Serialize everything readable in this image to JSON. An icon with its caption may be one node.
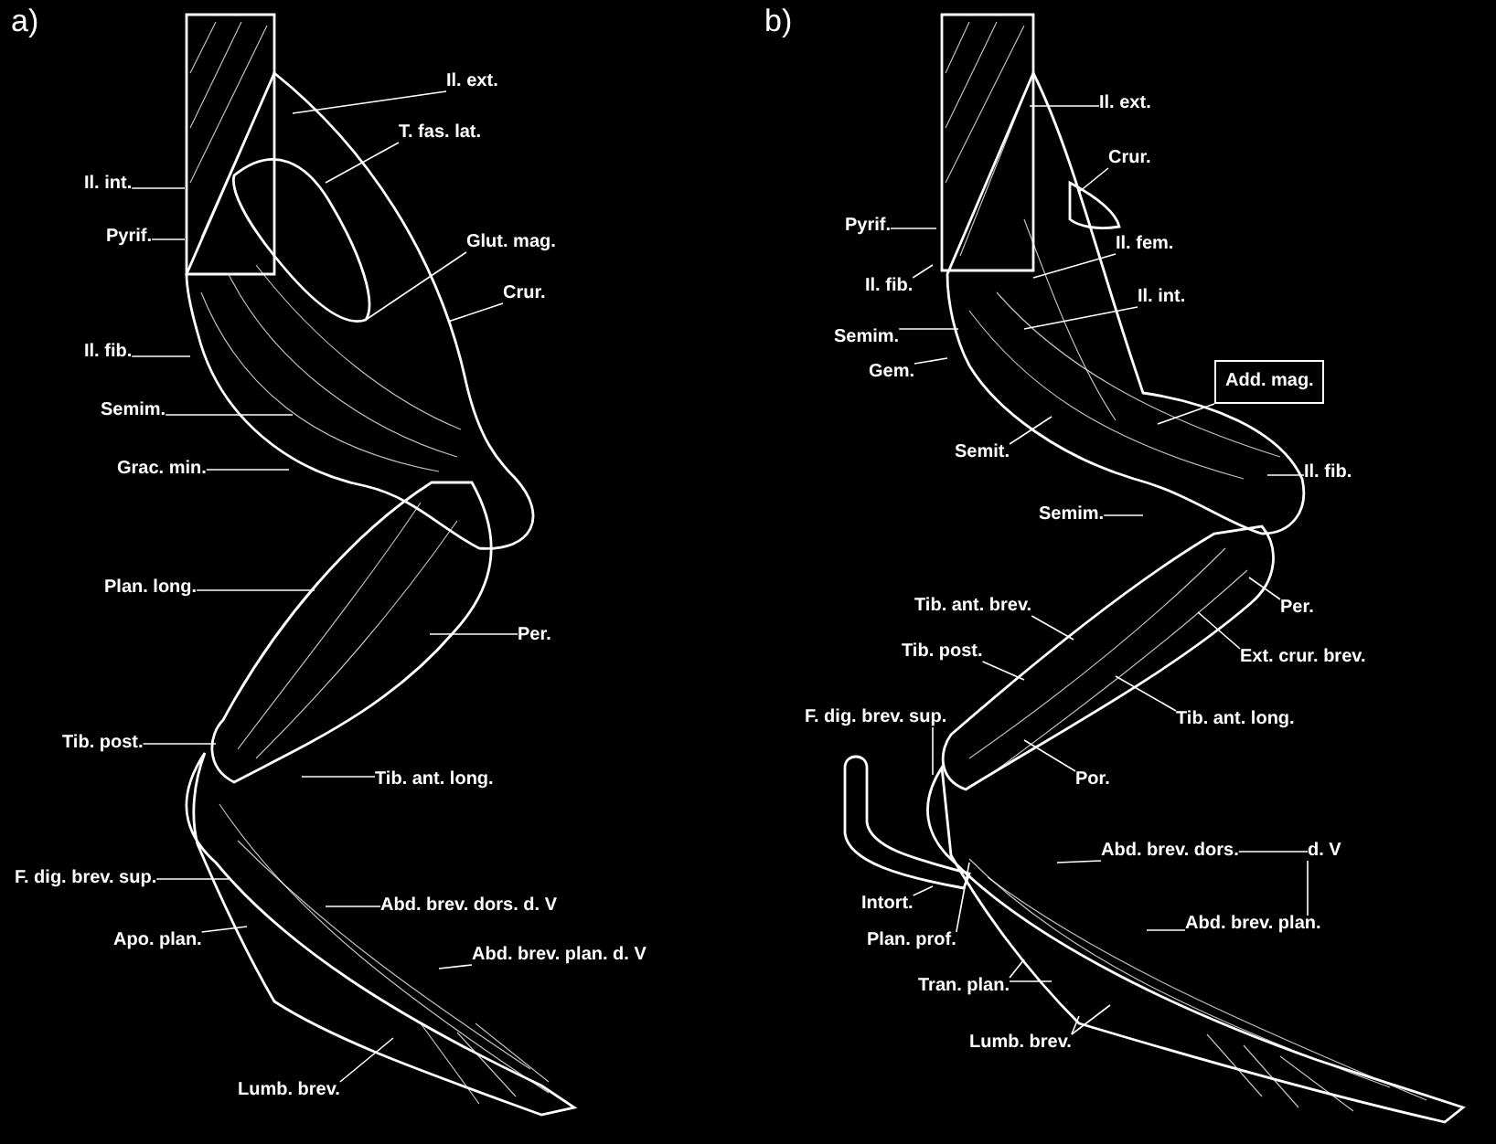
{
  "diagram": {
    "nodes": [
      {
        "text": [
          "Il. ext."
        ]
      },
      {
        "text": [
          "T. fas. lat."
        ]
      },
      {
        "text": [
          "Il. int."
        ]
      },
      {
        "text": [
          "Pyrif."
        ]
      },
      {
        "text": [
          "Glut. mag."
        ]
      },
      {
        "text": [
          "Crur."
        ]
      },
      {
        "text": [
          "Il. fib."
        ]
      },
      {
        "text": [
          "Semim."
        ]
      },
      {
        "text": [
          "Grac. min."
        ]
      },
      {
        "text": [
          "Plan. long."
        ]
      },
      {
        "text": [
          "Per."
        ]
      },
      {
        "text": [
          "Tib. post."
        ]
      },
      {
        "text": [
          "Tib. ant. long."
        ]
      },
      {
        "text": [
          "F. dig. brev. sup."
        ]
      },
      {
        "text": [
          "Abd. brev. dors. d. V"
        ]
      },
      {
        "text": [
          "Apo. plan."
        ]
      },
      {
        "text": [
          "Abd. brev. plan. d. V"
        ]
      },
      {
        "text": [
          "Lumb. brev."
        ]
      },
      {
        "text": [
          "Il. ext."
        ]
      },
      {
        "text": [
          "Crur."
        ]
      },
      {
        "text": [
          "Pyrif."
        ]
      },
      {
        "text": [
          "Il. fem."
        ]
      },
      {
        "text": [
          "Il. fib."
        ]
      },
      {
        "text": [
          "Il. int."
        ]
      },
      {
        "text": [
          "Semim."
        ]
      },
      {
        "text": [
          "Gem."
        ]
      },
      {
        "text": [
          "Add. mag."
        ]
      },
      {
        "text": [
          "Semit."
        ]
      },
      {
        "text": [
          "Il. fib."
        ]
      },
      {
        "text": [
          "Semim."
        ]
      },
      {
        "text": [
          "Tib. ant. brev."
        ]
      },
      {
        "text": [
          "Per."
        ]
      },
      {
        "text": [
          "Tib. post."
        ]
      },
      {
        "text": [
          "Ext. crur. brev."
        ]
      },
      {
        "text": [
          "F. dig. brev. sup."
        ]
      },
      {
        "text": [
          "Tib. ant. long."
        ]
      },
      {
        "text": [
          "Por."
        ]
      },
      {
        "text": [
          "Abd. brev. dors."
        ]
      },
      {
        "text": [
          "d. V"
        ]
      },
      {
        "text": [
          "Intort."
        ]
      },
      {
        "text": [
          "Abd. brev. plan."
        ]
      },
      {
        "text": [
          "Plan. prof."
        ]
      },
      {
        "text": [
          "Tran. plan."
        ]
      },
      {
        "text": [
          "Lumb. brev."
        ]
      }
    ],
    "edges": [
      {
        "from": 0,
        "to": null,
        "arrow": "none"
      },
      {
        "from": 1,
        "to": null,
        "arrow": "none"
      },
      {
        "from": 2,
        "to": null,
        "arrow": "none"
      },
      {
        "from": 3,
        "to": null,
        "arrow": "none"
      },
      {
        "from": 4,
        "to": null,
        "arrow": "none"
      },
      {
        "from": 5,
        "to": null,
        "arrow": "none"
      },
      {
        "from": 6,
        "to": null,
        "arrow": "none"
      },
      {
        "from": 7,
        "to": null,
        "arrow": "none"
      },
      {
        "from": 8,
        "to": null,
        "arrow": "none"
      },
      {
        "from": 9,
        "to": null,
        "arrow": "none"
      },
      {
        "from": 10,
        "to": null,
        "arrow": "none"
      },
      {
        "from": 11,
        "to": null,
        "arrow": "none"
      },
      {
        "from": 12,
        "to": null,
        "arrow": "none"
      },
      {
        "from": 13,
        "to": null,
        "arrow": "none"
      },
      {
        "from": 14,
        "to": null,
        "arrow": "none"
      },
      {
        "from": 15,
        "to": null,
        "arrow": "none"
      },
      {
        "from": 16,
        "to": null,
        "arrow": "none"
      },
      {
        "from": 17,
        "to": null,
        "arrow": "none"
      },
      {
        "from": 18,
        "to": null,
        "arrow": "none"
      },
      {
        "from": 19,
        "to": null,
        "arrow": "none"
      },
      {
        "from": 20,
        "to": null,
        "arrow": "none"
      },
      {
        "from": 21,
        "to": null,
        "arrow": "none"
      },
      {
        "from": 22,
        "to": null,
        "arrow": "none"
      },
      {
        "from": 23,
        "to": null,
        "arrow": "none"
      },
      {
        "from": 24,
        "to": null,
        "arrow": "none"
      },
      {
        "from": 25,
        "to": null,
        "arrow": "none"
      },
      {
        "from": 26,
        "to": null,
        "arrow": "none"
      },
      {
        "from": 27,
        "to": null,
        "arrow": "none"
      },
      {
        "from": 28,
        "to": null,
        "arrow": "none"
      },
      {
        "from": 29,
        "to": null,
        "arrow": "none"
      },
      {
        "from": 30,
        "to": null,
        "arrow": "none"
      },
      {
        "from": 31,
        "to": null,
        "arrow": "none"
      },
      {
        "from": 32,
        "to": null,
        "arrow": "none"
      },
      {
        "from": 33,
        "to": null,
        "arrow": "none"
      },
      {
        "from": 34,
        "to": null,
        "arrow": "none"
      },
      {
        "from": 35,
        "to": null,
        "arrow": "none"
      },
      {
        "from": 36,
        "to": null,
        "arrow": "none"
      },
      {
        "from": 37,
        "to": null,
        "arrow": "none"
      },
      {
        "from": 37,
        "to": 38,
        "arrow": "none"
      },
      {
        "from": 38,
        "to": 40,
        "arrow": "none"
      },
      {
        "from": 39,
        "to": null,
        "arrow": "none"
      },
      {
        "from": 40,
        "to": null,
        "arrow": "none"
      },
      {
        "from": 41,
        "to": null,
        "arrow": "none"
      },
      {
        "from": 42,
        "to": null,
        "arrow": "none"
      },
      {
        "from": 42,
        "to": null,
        "arrow": "none"
      },
      {
        "from": 43,
        "to": null,
        "arrow": "none"
      },
      {
        "from": 43,
        "to": null,
        "arrow": "none"
      }
    ],
    "labels": [
      "a)",
      "b)"
    ]
  }
}
